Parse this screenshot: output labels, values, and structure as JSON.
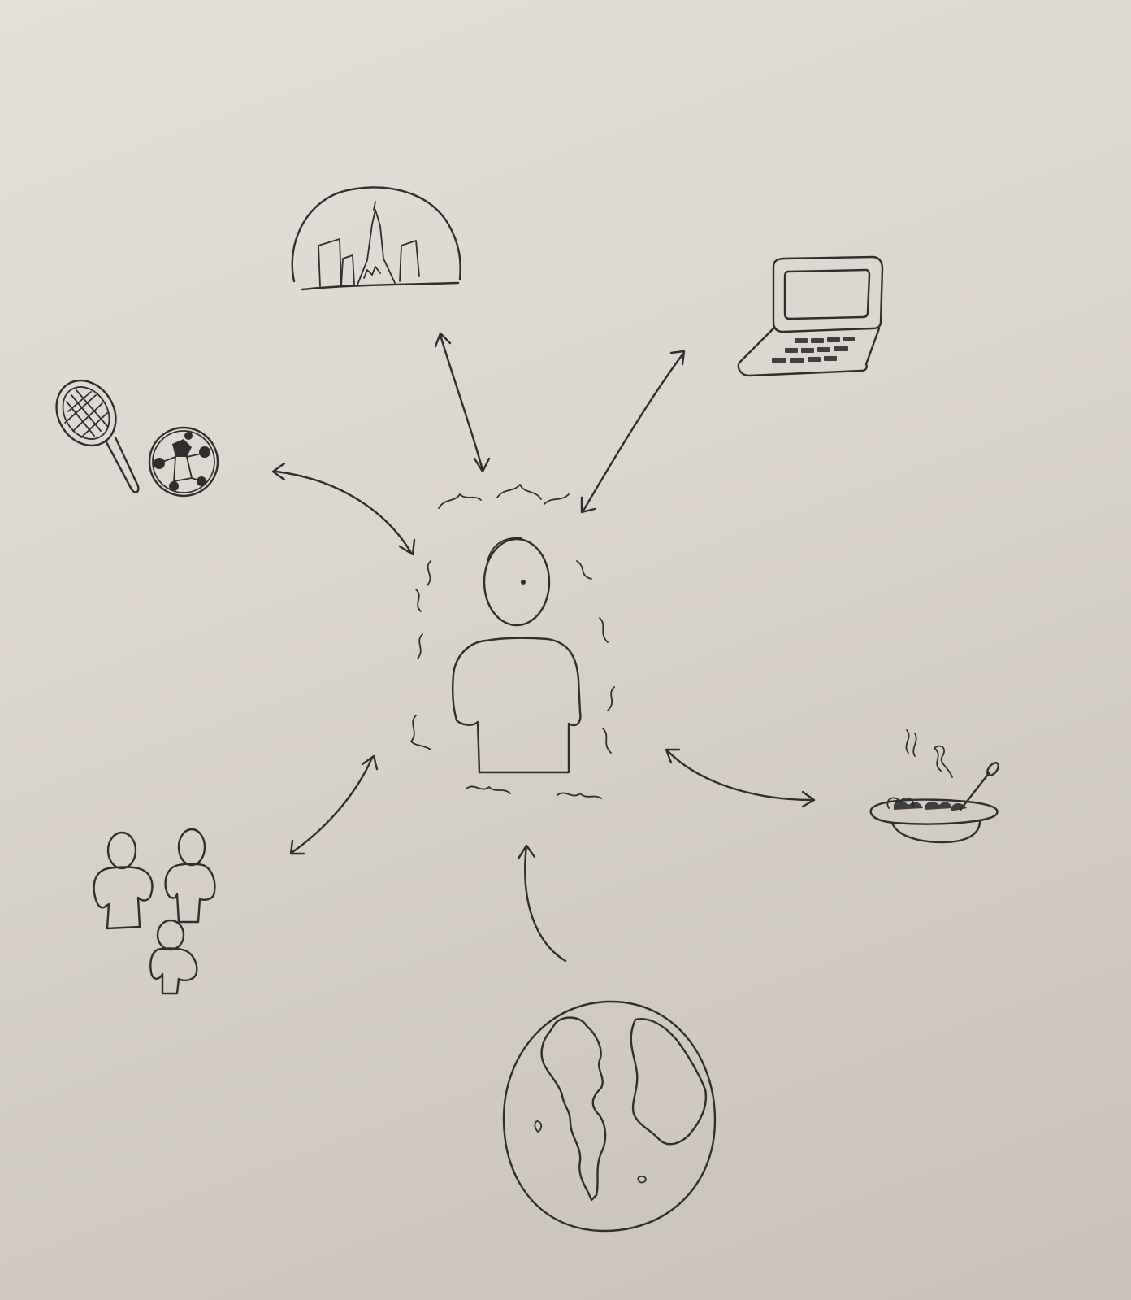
{
  "diagram": {
    "center": {
      "icon": "person-icon"
    },
    "nodes": [
      {
        "icon": "city-skyline-icon"
      },
      {
        "icon": "laptop-icon"
      },
      {
        "icon": "sports-icon"
      },
      {
        "icon": "food-bowl-icon"
      },
      {
        "icon": "people-group-icon"
      },
      {
        "icon": "globe-icon"
      }
    ],
    "connectors": [
      {
        "between": [
          "city-skyline-icon",
          "person-icon"
        ],
        "style": "double-arrow"
      },
      {
        "between": [
          "laptop-icon",
          "person-icon"
        ],
        "style": "double-arrow"
      },
      {
        "between": [
          "sports-icon",
          "person-icon"
        ],
        "style": "double-arrow"
      },
      {
        "between": [
          "food-bowl-icon",
          "person-icon"
        ],
        "style": "double-arrow"
      },
      {
        "between": [
          "people-group-icon",
          "person-icon"
        ],
        "style": "double-arrow"
      },
      {
        "between": [
          "globe-icon",
          "person-icon"
        ],
        "style": "single-arrow"
      }
    ]
  },
  "colors": {
    "paper": "#dcd7cf",
    "ink": "#2f2f2f"
  }
}
